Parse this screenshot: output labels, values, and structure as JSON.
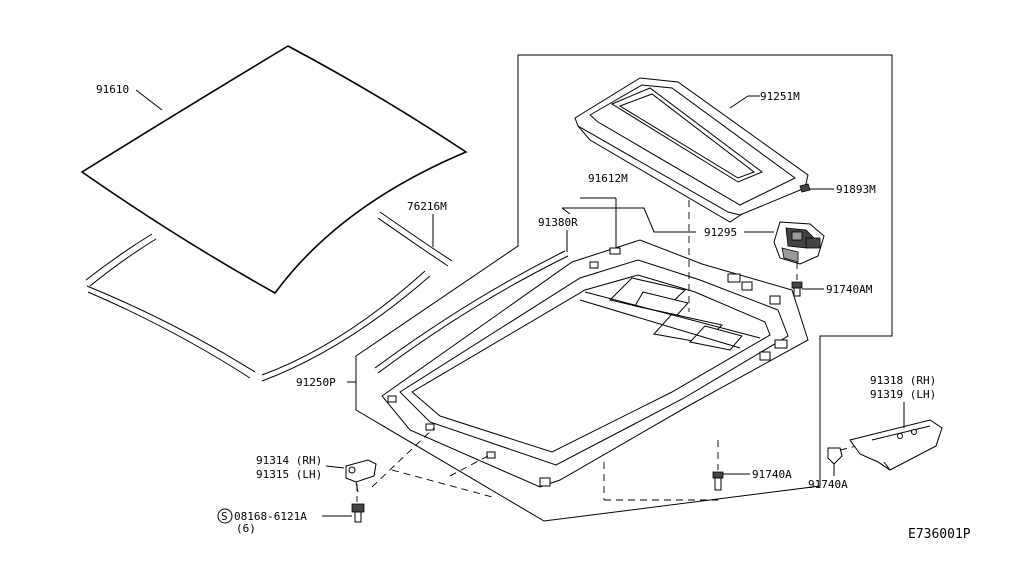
{
  "diagram": {
    "labels": {
      "roof_panel": "91610",
      "roof_molding": "76216M",
      "sunroof_frame": "91250P",
      "weatherstrip": "91380R",
      "frame_assy": "91612M",
      "glass_lid": "91251M",
      "clip": "91893M",
      "motor": "91295",
      "bolt_top": "91740AM",
      "bracket_rh": "91314 (RH)",
      "bracket_lh": "91315 (LH)",
      "screw_part": "08168-6121A",
      "screw_qty": "(6)",
      "screw_symbol": "S",
      "side_bracket_rh": "91318 (RH)",
      "side_bracket_lh": "91319 (LH)",
      "bolt_center": "91740A",
      "bolt_side": "91740A"
    },
    "diagram_code": "E736001P"
  }
}
